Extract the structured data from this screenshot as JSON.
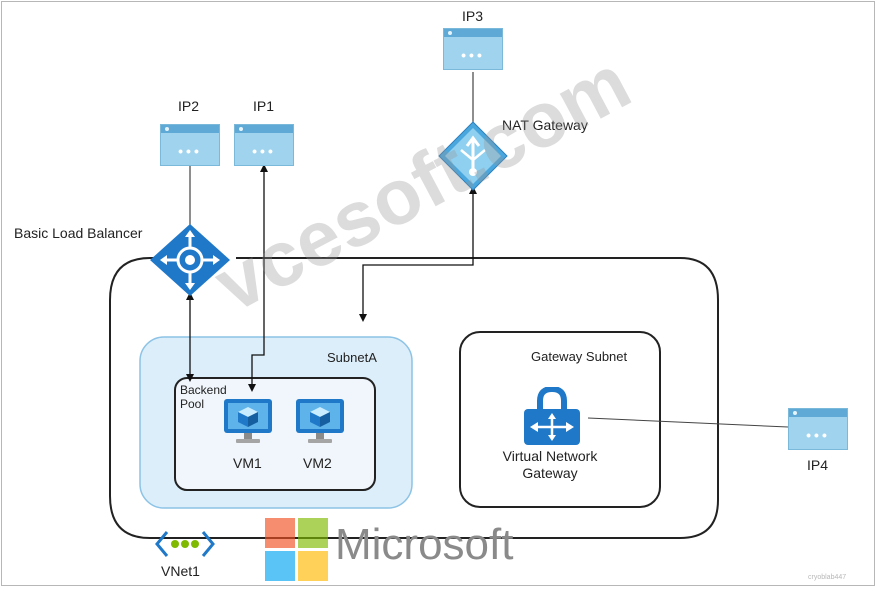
{
  "diagram": {
    "nodes": {
      "ip1": "IP1",
      "ip2": "IP2",
      "ip3": "IP3",
      "ip4": "IP4",
      "nat_gateway": "NAT Gateway",
      "load_balancer": "Basic Load Balancer",
      "subnet_a": "SubnetA",
      "backend_pool": "Backend\nPool",
      "vm1": "VM1",
      "vm2": "VM2",
      "gateway_subnet": "Gateway Subnet",
      "vpn_gateway": "Virtual Network\nGateway",
      "vnet": "VNet1"
    },
    "watermark": "vcesoft.com",
    "brand": "Microsoft",
    "corner_tag": "cryoblab447"
  },
  "colors": {
    "ip_fill": "#9fd3ee",
    "icon_blue": "#1f78c8",
    "subnet_fill": "#dceef9",
    "ms_red": "#f25022",
    "ms_green": "#7fba00",
    "ms_blue": "#00a4ef",
    "ms_yellow": "#ffb900"
  },
  "icons": [
    "public-ip-icon",
    "nat-gateway-icon",
    "load-balancer-icon",
    "virtual-machine-icon",
    "vpn-gateway-icon",
    "vnet-icon"
  ]
}
